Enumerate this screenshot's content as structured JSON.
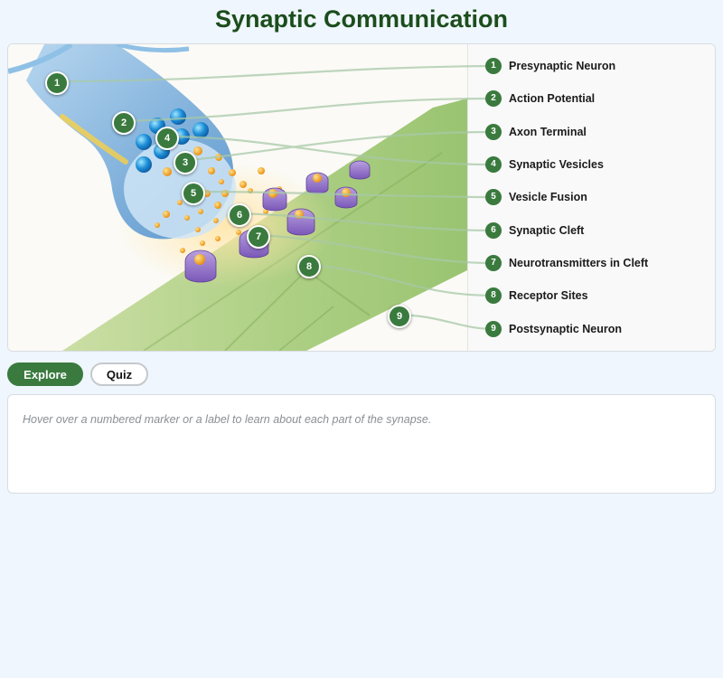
{
  "title": "Synaptic Communication",
  "parts": [
    {
      "num": "1",
      "label": "Presynaptic Neuron"
    },
    {
      "num": "2",
      "label": "Action Potential"
    },
    {
      "num": "3",
      "label": "Axon Terminal"
    },
    {
      "num": "4",
      "label": "Synaptic Vesicles"
    },
    {
      "num": "5",
      "label": "Vesicle Fusion"
    },
    {
      "num": "6",
      "label": "Synaptic Cleft"
    },
    {
      "num": "7",
      "label": "Neurotransmitters in Cleft"
    },
    {
      "num": "8",
      "label": "Receptor Sites"
    },
    {
      "num": "9",
      "label": "Postsynaptic Neuron"
    }
  ],
  "controls": {
    "explore_label": "Explore",
    "quiz_label": "Quiz",
    "active_mode": "Explore"
  },
  "info": {
    "placeholder": "Hover over a numbered marker or a label to learn about each part of the synapse."
  },
  "colors": {
    "accent": "#3a7a3e",
    "title": "#1c4d1c",
    "background": "#eff6fd"
  }
}
